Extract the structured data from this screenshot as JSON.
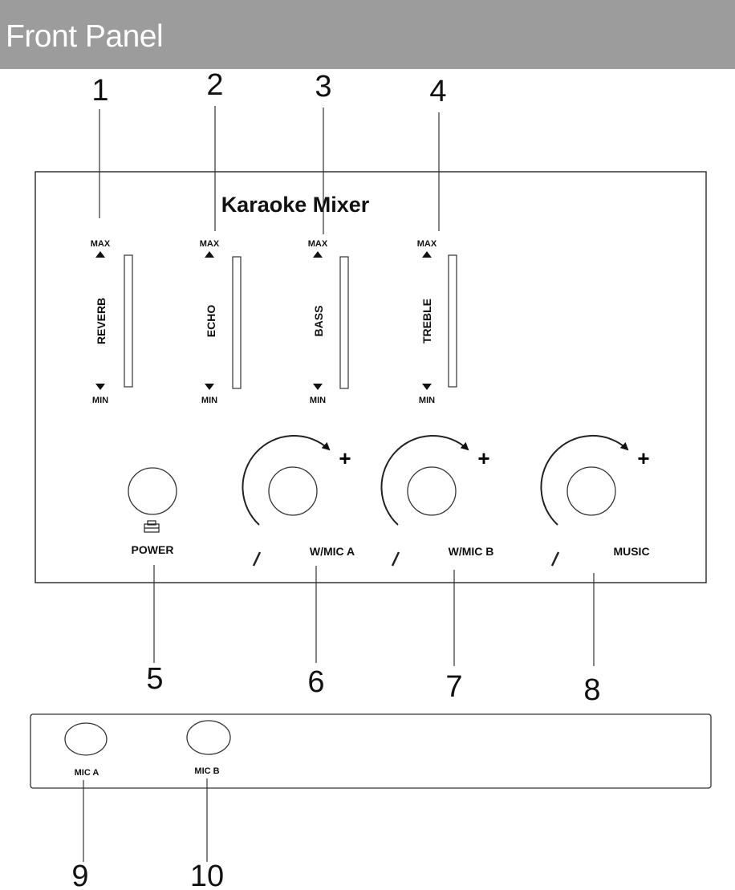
{
  "header": {
    "title": "Front Panel"
  },
  "panel": {
    "title": "Karaoke Mixer"
  },
  "callouts": [
    "1",
    "2",
    "3",
    "4",
    "5",
    "6",
    "7",
    "8",
    "9",
    "10"
  ],
  "sliders": [
    {
      "label": "REVERB",
      "max": "MAX",
      "min": "MIN"
    },
    {
      "label": "ECHO",
      "max": "MAX",
      "min": "MIN"
    },
    {
      "label": "BASS",
      "max": "MAX",
      "min": "MIN"
    },
    {
      "label": "TREBLE",
      "max": "MAX",
      "min": "MIN"
    }
  ],
  "power": {
    "label": "POWER"
  },
  "knobs": [
    {
      "label": "W/MIC A",
      "plus": "+"
    },
    {
      "label": "W/MIC B",
      "plus": "+"
    },
    {
      "label": "MUSIC",
      "plus": "+"
    }
  ],
  "jacks": [
    {
      "label": "MIC A"
    },
    {
      "label": "MIC B"
    }
  ]
}
